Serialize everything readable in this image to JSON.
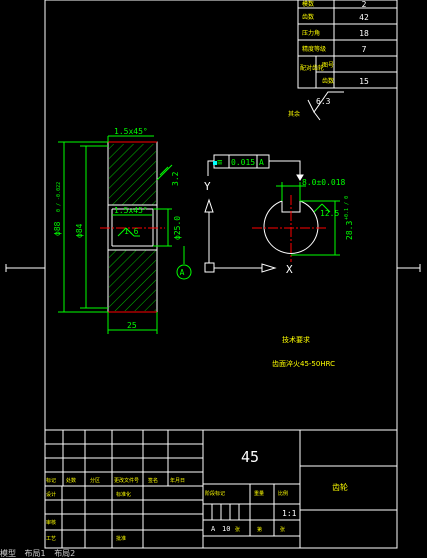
{
  "param_table": {
    "rows": [
      {
        "label": "模数",
        "value": "2"
      },
      {
        "label": "齿数",
        "value": "42"
      },
      {
        "label": "压力角",
        "value": "18"
      },
      {
        "label": "精度等级",
        "value": "7"
      },
      {
        "label": "配对齿轮",
        "sub": "图号",
        "value": ""
      },
      {
        "label": "",
        "sub": "齿数",
        "value": "15"
      }
    ]
  },
  "roughness": {
    "general": "6.3",
    "rest_note": "其余",
    "face": "3.2",
    "bore": "1.6",
    "keyway": "12.5"
  },
  "front_view": {
    "chamfer_top": "1.5x45°",
    "chamfer_inner": "1.5x45°",
    "dim_tip_dia": "ϕ88",
    "dim_tip_tol": "0 / -0.022",
    "dim_root_dia": "ϕ84",
    "dim_bore": "ϕ25.0",
    "dim_width": "25",
    "datum": "A"
  },
  "tolerance_frame": {
    "symbol": "≡",
    "value": "0.015",
    "datum": "A"
  },
  "side_view": {
    "keyway_width": "8.0±0.018",
    "keyway_depth": "28.3",
    "keyway_depth_tol": "+0.1 / 0"
  },
  "axes": {
    "y": "Y",
    "x": "X"
  },
  "notes": {
    "title": "技术要求",
    "line": "齿面淬火45-50HRC"
  },
  "title_block": {
    "material": "45",
    "part_name": "齿轮",
    "scale": "1:1",
    "heading_cells": [
      "标记",
      "处数",
      "分区",
      "更改文件号",
      "签名",
      "年月日"
    ],
    "sign_cells": [
      "设计",
      "标准化",
      "审核",
      "工艺",
      "批准"
    ],
    "stage_cells": [
      "阶段标记",
      "重量",
      "比例"
    ],
    "sheet_cells": [
      "A",
      "10",
      "张",
      "第",
      "张"
    ]
  },
  "status_bar": [
    "模型",
    "布局1",
    "布局2"
  ],
  "colors": {
    "line": "#ffffff",
    "dim": "#00ff00",
    "hatch": "#00c000",
    "cyan": "#00ffff",
    "yellow": "#ffff00",
    "red": "#ff0000",
    "blue": "#4060ff"
  }
}
